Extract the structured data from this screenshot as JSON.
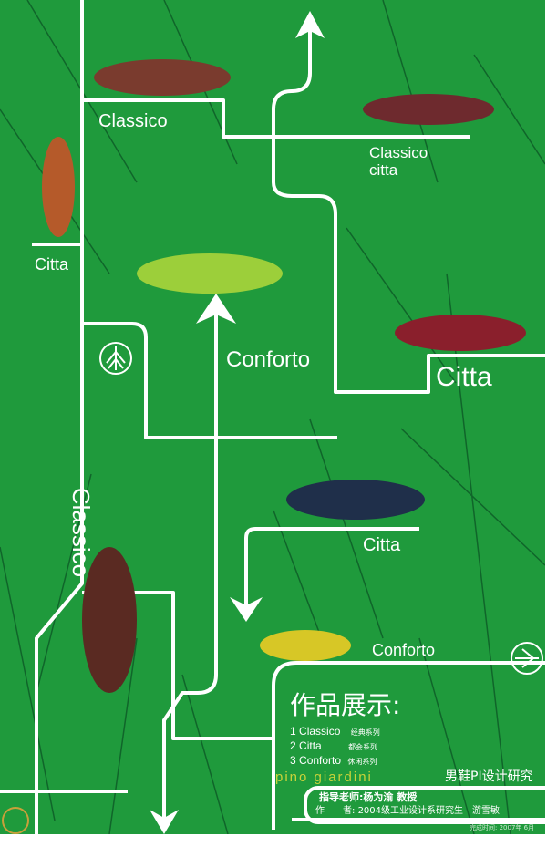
{
  "labels": {
    "classico_top": "Classico",
    "classico_citta": [
      "Classico",
      "citta"
    ],
    "citta_left": "Citta",
    "conforto_mid": "Conforto",
    "citta_right": "Citta",
    "classico_vertical": "Classico",
    "citta_lower": "Citta",
    "conforto_lower": "Conforto"
  },
  "info": {
    "title": "作品展示:",
    "series": [
      {
        "num": "1",
        "name": "Classico",
        "cn": "经典系列"
      },
      {
        "num": "2",
        "name": "Citta",
        "cn": "都会系列"
      },
      {
        "num": "3",
        "name": "Conforto",
        "cn": "休闲系列"
      }
    ],
    "brand": "pino giardini",
    "brand_cn": "男鞋PI设计研究",
    "advisor": "指导老师:杨为渝 教授",
    "author_label": "作　　者:",
    "author": "2004级工业设计系研究生　游雪敏",
    "date": "完成时间: 2007年 6月"
  },
  "colors": {
    "bg": "#1f9a3c",
    "line": "#ffffff",
    "pattern": "#0f5e28",
    "brand": "#c8d23a"
  }
}
